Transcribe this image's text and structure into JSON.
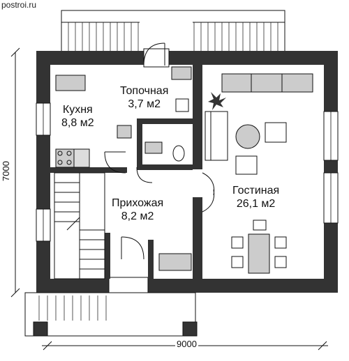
{
  "watermark": "postroi.ru",
  "rooms": [
    {
      "name": "Топочная",
      "area": "3,7 м2"
    },
    {
      "name": "Кухня",
      "area": "8,8 м2"
    },
    {
      "name": "Прихожая",
      "area": "8,2 м2"
    },
    {
      "name": "Гостиная",
      "area": "26,1 м2"
    }
  ],
  "dimensions": {
    "width": "9000",
    "height": "7000"
  },
  "colors": {
    "wall": "#333333",
    "fixture": "#cccccc",
    "line": "#111111"
  }
}
